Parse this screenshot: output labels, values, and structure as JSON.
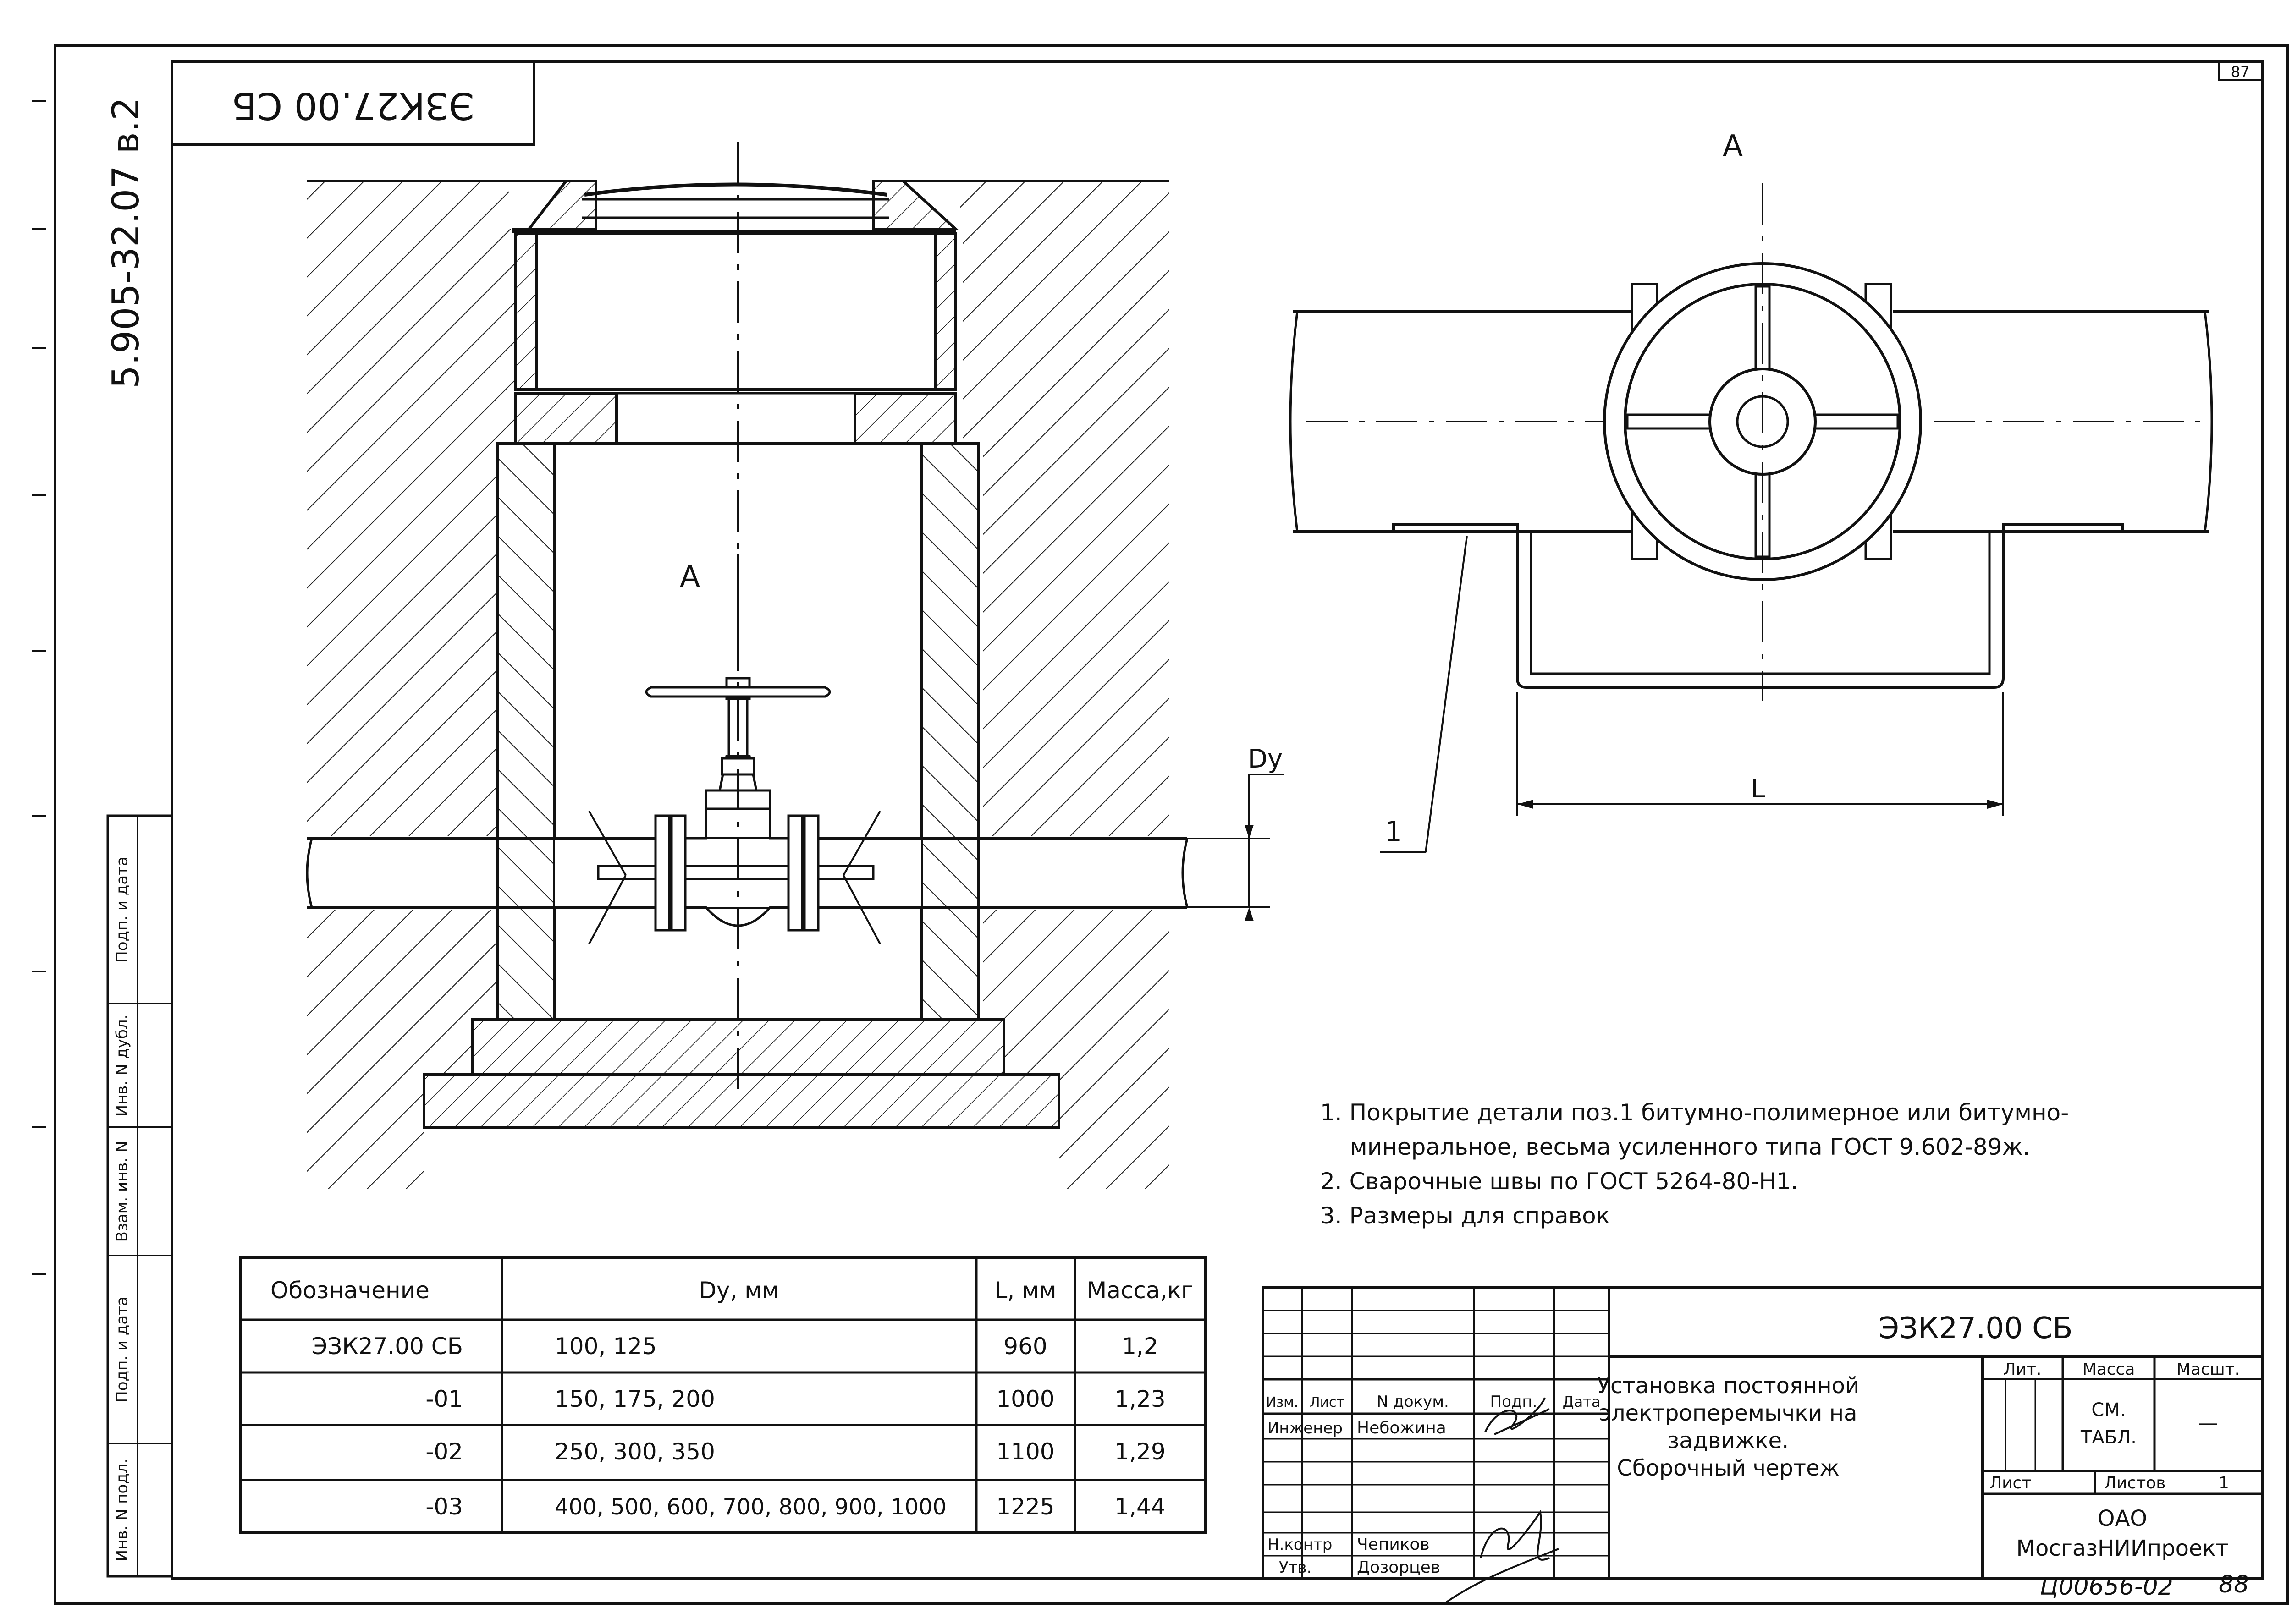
{
  "drawing": {
    "code_top": "ЭЗК27.00 СБ",
    "series_code": "5.905-32.07 в.2",
    "page_number": "87",
    "view_label_section": "A",
    "view_label_plan": "A",
    "dim_dy": "Dy",
    "dim_l": "L",
    "callout_1": "1",
    "handwritten_archive": "Ц00656-02",
    "handwritten_sheet": "88"
  },
  "notes": [
    "1. Покрытие детали поз.1 битумно-полимерное или битумно-",
    "минеральное, весьма усиленного типа ГОСТ 9.602-89ж.",
    "2. Сварочные швы по ГОСТ 5264-80-Н1.",
    "3. Размеры для справок"
  ],
  "table": {
    "headers": [
      "Обозначение",
      "Dy, мм",
      "L, мм",
      "Масса,кг"
    ],
    "rows": [
      [
        "ЭЗК27.00 СБ",
        "100, 125",
        "960",
        "1,2"
      ],
      [
        "-01",
        "150, 175, 200",
        "1000",
        "1,23"
      ],
      [
        "-02",
        "250, 300, 350",
        "1100",
        "1,29"
      ],
      [
        "-03",
        "400, 500, 600, 700, 800, 900, 1000",
        "1225",
        "1,44"
      ]
    ]
  },
  "stamp": {
    "code": "ЭЗК27.00 СБ",
    "title": [
      "Установка постоянной",
      "электроперемычки на",
      "задвижке.",
      "Сборочный чертеж"
    ],
    "col_izm": "Изм.",
    "col_list": "Лист",
    "col_ndoc": "N  докум.",
    "col_podp": "Подп.",
    "col_data": "Дата",
    "role_engineer": "Инженер",
    "name_engineer": "Небожина",
    "role_control": "Н.контр",
    "name_control": "Чепиков",
    "role_approve": "Утв.",
    "name_approve": "Дозорцев",
    "lit_label": "Лит.",
    "mass_label": "Масса",
    "scale_label": "Масшт.",
    "mass_value_1": "СМ.",
    "mass_value_2": "ТАБЛ.",
    "scale_value": "—",
    "sheet_label": "Лист",
    "sheets_label": "Листов",
    "sheets_value": "1",
    "org_line1": "ОАО",
    "org_line2": "МосгазНИИпроект"
  },
  "side_strip": [
    "Инв. N подл.",
    "Подп. и дата",
    "Взам. инв. N",
    "Инв. N дубл.",
    "Подп. и дата"
  ]
}
